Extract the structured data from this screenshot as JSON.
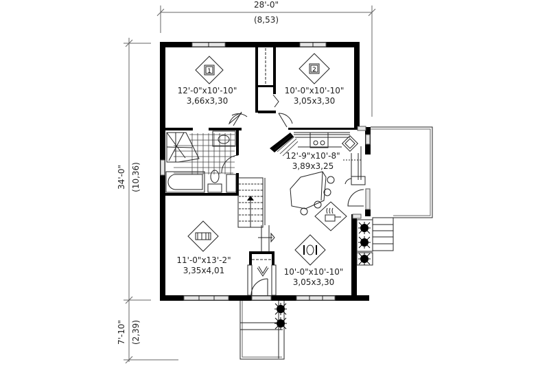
{
  "dimensions": {
    "width_imperial": "28'-0\"",
    "width_metric": "(8,53)",
    "depth_imperial": "34'-0\"",
    "depth_metric": "(10,36)",
    "porch_imperial": "7'-10\"",
    "porch_metric": "(2,39)"
  },
  "rooms": [
    {
      "id": "bedroom-1",
      "icon": "bed-icon",
      "badge": "1",
      "size_imperial": "12'-0\"x10'-10\"",
      "size_metric": "3,66x3,30"
    },
    {
      "id": "bedroom-2",
      "icon": "bed-icon",
      "badge": "2",
      "size_imperial": "10'-0\"x10'-10\"",
      "size_metric": "3,05x3,30"
    },
    {
      "id": "kitchen",
      "icon": "cooking-pot-icon",
      "size_imperial": "12'-9\"x10'-8\"",
      "size_metric": "3,89x3,25"
    },
    {
      "id": "living-room",
      "icon": "sofa-icon",
      "size_imperial": "11'-0\"x13'-2\"",
      "size_metric": "3,35x4,01"
    },
    {
      "id": "dining-room",
      "icon": "plate-fork-knife-icon",
      "size_imperial": "10'-0\"x10'-10\"",
      "size_metric": "3,05x3,30"
    }
  ],
  "colors": {
    "wall": "#000000",
    "line": "#222222",
    "window_fill": "#e6e6e6",
    "background": "#ffffff"
  }
}
